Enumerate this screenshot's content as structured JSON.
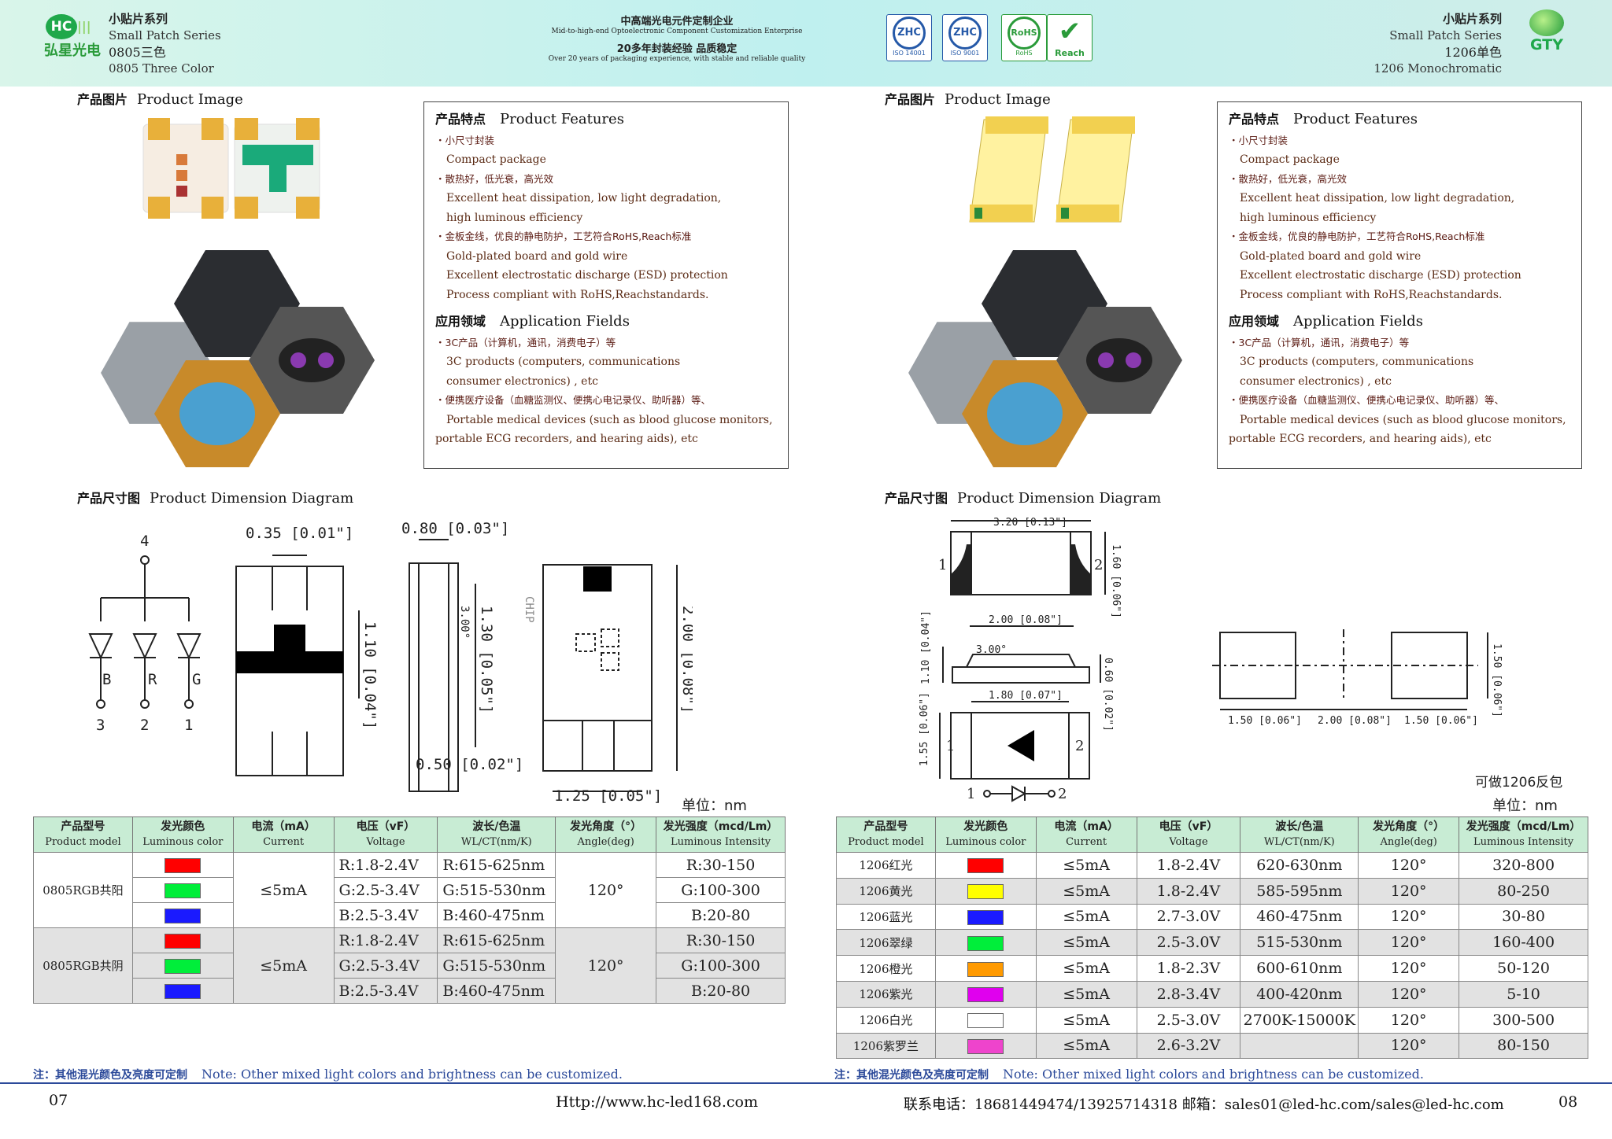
{
  "header": {
    "left": {
      "logo_text": "HC",
      "logo_cn": "弘星光电",
      "series_cn": "小贴片系列",
      "series_en": "Small Patch Series",
      "model_cn": "0805三色",
      "model_en": "0805 Three Color"
    },
    "center": {
      "line1": "中高端光电元件定制企业",
      "line2": "Mid-to-high-end Optoelectronic Component Customization Enterprise",
      "line3": "20多年封装经验  品质稳定",
      "line4": "Over 20 years of packaging experience, with stable and reliable quality"
    },
    "badges": [
      {
        "mark": "ZHC",
        "label": "ISO 14001"
      },
      {
        "mark": "ZHC",
        "label": "ISO 9001"
      },
      {
        "mark": "RoHS",
        "label": "RoHS"
      },
      {
        "mark": "✔",
        "label": "Reach"
      }
    ],
    "right": {
      "series_cn": "小贴片系列",
      "series_en": "Small Patch Series",
      "model_cn": "1206单色",
      "model_en": "1206 Monochromatic",
      "logo_text": "GTY"
    }
  },
  "sections": {
    "image_cn": "产品图片",
    "image_en": "Product Image",
    "dim_cn": "产品尺寸图",
    "dim_en": "Product Dimension Diagram"
  },
  "features": {
    "title_cn": "产品特点",
    "title_en": "Product Features",
    "items": [
      {
        "cn": "・小尺寸封装",
        "en": [
          "Compact package"
        ]
      },
      {
        "cn": "・散热好，低光衰，高光效",
        "en": [
          "Excellent heat dissipation, low light degradation,",
          "high luminous efficiency"
        ]
      },
      {
        "cn": "・金板金线，优良的静电防护，工艺符合RoHS,Reach标准",
        "en": [
          "Gold-plated board and gold wire",
          "Excellent electrostatic discharge (ESD) protection",
          "Process compliant with RoHS,Reachstandards."
        ]
      }
    ],
    "app_cn": "应用领域",
    "app_en": "Application Fields",
    "apps": [
      {
        "cn": "・3C产品（计算机，通讯，消费电子）等",
        "en": [
          "3C products (computers, communications",
          "consumer electronics) , etc"
        ]
      },
      {
        "cn": "・便携医疗设备（血糖监测仪、便携心电记录仪、助听器）等、",
        "en": [
          "Portable medical devices (such as blood glucose monitors,",
          "portable ECG recorders, and hearing aids), etc"
        ]
      }
    ]
  },
  "dims_left": {
    "d1": "0.35 [0.01\"]",
    "d2": "0.80 [0.03\"]",
    "d3": "1.10 [0.04\"]",
    "d4": "1.30 [0.05\"]",
    "d5": "2.00 [0.08\"]",
    "d6": "0.50 [0.02\"]",
    "d7": "1.25 [0.05\"]",
    "angle": "3.00°",
    "chip": "CHIP",
    "pins": [
      "4",
      "3",
      "2",
      "1"
    ],
    "colors": [
      "B",
      "R",
      "G"
    ]
  },
  "dims_right": {
    "d1": "3.20 [0.13\"]",
    "d2": "1.60 [0.06\"]",
    "d3": "2.00 [0.08\"]",
    "d4": "1.10 [0.04\"]",
    "d5": "0.60 [0.02\"]",
    "d6": "1.80 [0.07\"]",
    "d7": "1.55 [0.06\"]",
    "angle": "3.00°",
    "p1": "1.50 [0.06\"]",
    "p2": "2.00 [0.08\"]",
    "p3": "1.50 [0.06\"]",
    "p4": "1.50 [0.06\"]"
  },
  "reverse_note": "可做1206反包",
  "unit": "单位：nm",
  "table_headers": [
    {
      "cn": "产品型号",
      "en": "Product model"
    },
    {
      "cn": "发光颜色",
      "en": "Luminous color"
    },
    {
      "cn": "电流（mA）",
      "en": "Current"
    },
    {
      "cn": "电压（vF）",
      "en": "Voltage"
    },
    {
      "cn": "波长/色温",
      "en": "WL/CT(nm/K)"
    },
    {
      "cn": "发光角度（°）",
      "en": "Angle(deg)"
    },
    {
      "cn": "发光强度（mcd/Lm）",
      "en": "Luminous Intensity"
    }
  ],
  "left_table": [
    {
      "model": "0805RGB共阳",
      "current": "≤5mA",
      "angle": "120°",
      "rows": [
        {
          "color": "#ff0000",
          "v": "R:1.8-2.4V",
          "wl": "R:615-625nm",
          "li": "R:30-150"
        },
        {
          "color": "#00ee3a",
          "v": "G:2.5-3.4V",
          "wl": "G:515-530nm",
          "li": "G:100-300"
        },
        {
          "color": "#1a1aff",
          "v": "B:2.5-3.4V",
          "wl": "B:460-475nm",
          "li": "B:20-80"
        }
      ]
    },
    {
      "model": "0805RGB共阴",
      "current": "≤5mA",
      "angle": "120°",
      "rows": [
        {
          "color": "#ff0000",
          "v": "R:1.8-2.4V",
          "wl": "R:615-625nm",
          "li": "R:30-150"
        },
        {
          "color": "#00ee3a",
          "v": "G:2.5-3.4V",
          "wl": "G:515-530nm",
          "li": "G:100-300"
        },
        {
          "color": "#1a1aff",
          "v": "B:2.5-3.4V",
          "wl": "B:460-475nm",
          "li": "B:20-80"
        }
      ]
    }
  ],
  "right_table": [
    {
      "model": "1206红光",
      "color": "#ff0000",
      "current": "≤5mA",
      "v": "1.8-2.4V",
      "wl": "620-630nm",
      "angle": "120°",
      "li": "320-800"
    },
    {
      "model": "1206黄光",
      "color": "#ffff00",
      "current": "≤5mA",
      "v": "1.8-2.4V",
      "wl": "585-595nm",
      "angle": "120°",
      "li": "80-250"
    },
    {
      "model": "1206蓝光",
      "color": "#1a1aff",
      "current": "≤5mA",
      "v": "2.7-3.0V",
      "wl": "460-475nm",
      "angle": "120°",
      "li": "30-80"
    },
    {
      "model": "1206翠绿",
      "color": "#00ee3a",
      "current": "≤5mA",
      "v": "2.5-3.0V",
      "wl": "515-530nm",
      "angle": "120°",
      "li": "160-400"
    },
    {
      "model": "1206橙光",
      "color": "#ff9a00",
      "current": "≤5mA",
      "v": "1.8-2.3V",
      "wl": "600-610nm",
      "angle": "120°",
      "li": "50-120"
    },
    {
      "model": "1206紫光",
      "color": "#e000ee",
      "current": "≤5mA",
      "v": "2.8-3.4V",
      "wl": "400-420nm",
      "angle": "120°",
      "li": "5-10"
    },
    {
      "model": "1206白光",
      "color": "#ffffff",
      "current": "≤5mA",
      "v": "2.5-3.0V",
      "wl": "2700K-15000K",
      "angle": "120°",
      "li": "300-500"
    },
    {
      "model": "1206紫罗兰",
      "color": "#ee44cc",
      "current": "≤5mA",
      "v": "2.6-3.2V",
      "wl": "",
      "angle": "120°",
      "li": "80-150"
    }
  ],
  "note_cn": "注：其他混光颜色及亮度可定制",
  "note_en": "Note: Other mixed light colors and brightness can be customized.",
  "footer": {
    "page_left": "07",
    "url": "Http://www.hc-led168.com",
    "contact": "联系电话：18681449474/13925714318  邮箱：sales01@led-hc.com/sales@led-hc.com",
    "page_right": "08"
  },
  "colors": {
    "header_bg": "#c6f1eb",
    "table_head": "#c8ecd4",
    "note_blue": "#2c4a9a",
    "gray_row": "#e2e2e2"
  }
}
